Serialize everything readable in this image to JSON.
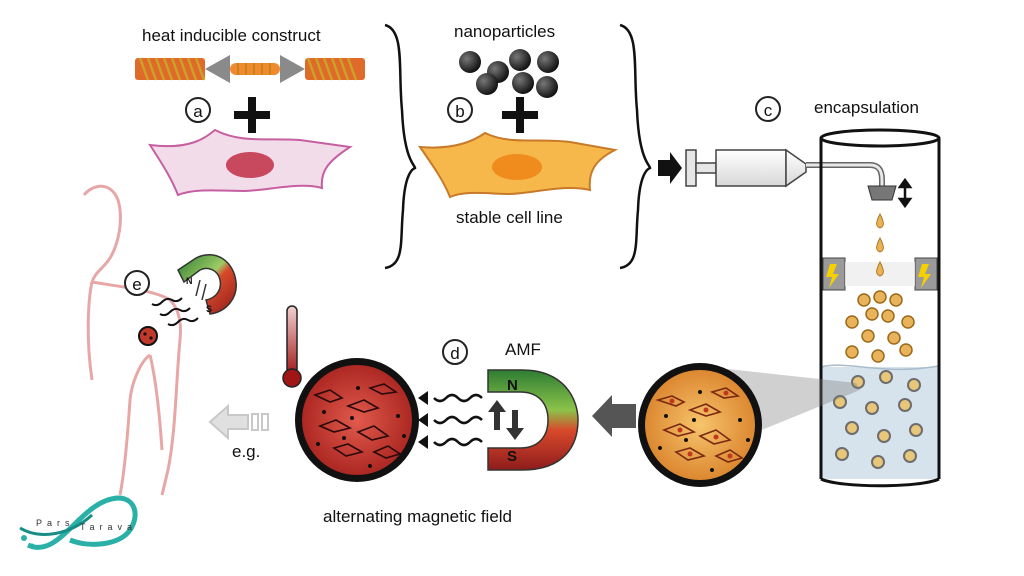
{
  "labels": {
    "construct": "heat inducible construct",
    "nanoparticles": "nanoparticles",
    "stable": "stable cell line",
    "encapsulation": "encapsulation",
    "amf": "AMF",
    "field": "alternating magnetic field",
    "eg": "e.g."
  },
  "steps": {
    "a": "a",
    "b": "b",
    "c": "c",
    "d": "d",
    "e": "e"
  },
  "magnet": {
    "north": "N",
    "south": "S"
  },
  "logo": {
    "word1": "Pars",
    "word2": "Tarava"
  },
  "colors": {
    "cell_a": "#f3dcea",
    "cell_b": "#f6b84a",
    "capsule": "#e8b35a",
    "heated": "#c0392b",
    "tube_fill": "#d7e3ec",
    "magnet_green": "#5cb85c",
    "magnet_red": "#b3262b",
    "silhouette": "#e8a7a7"
  }
}
